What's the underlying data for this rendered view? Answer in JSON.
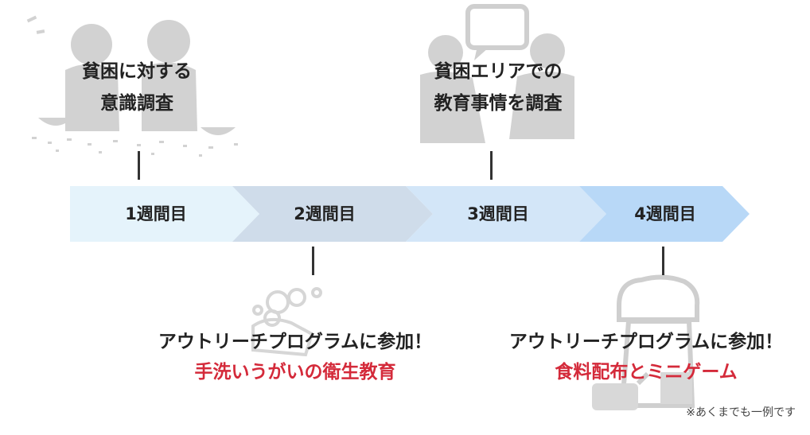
{
  "weeks": [
    "1週間目",
    "2週間目",
    "3週間目",
    "4週間目"
  ],
  "events": {
    "week1_top": {
      "line1": "貧困に対する",
      "line2": "意識調査"
    },
    "week3_top": {
      "line1": "貧困エリアでの",
      "line2": "教育事情を調査"
    },
    "week2_bottom": {
      "line1": "アウトリーチプログラムに参加！",
      "line2": "手洗いうがいの衛生教育"
    },
    "week4_bottom": {
      "line1": "アウトリーチプログラムに参加！",
      "line2": "食料配布とミニゲーム"
    }
  },
  "note": "※あくまでも一例です",
  "icons": [
    "sitting-people-icon",
    "discussion-people-icon",
    "handwashing-icon",
    "food-server-icon"
  ],
  "colors": {
    "chevron1": "#e5f3fb",
    "chevron2": "#cfdcea",
    "chevron3": "#d3e6f8",
    "chevron4": "#b8d8f7",
    "icon_gray": "#cdcdcd",
    "accent_red": "#d42a3a"
  }
}
